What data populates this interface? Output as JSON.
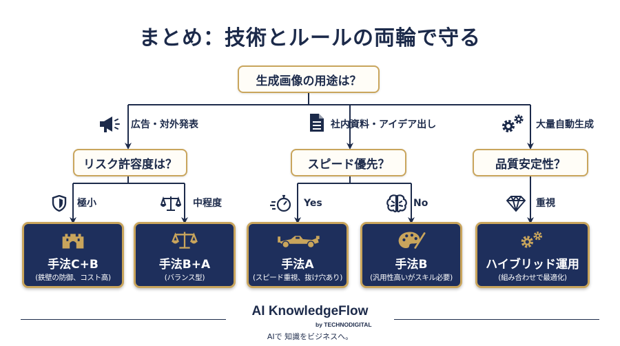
{
  "title": "まとめ：技術とルールの両輪で守る",
  "root_question": "生成画像の用途は？",
  "branches": [
    {
      "label": "広告・対外発表",
      "icon": "megaphone-icon",
      "question": "リスク許容度は？"
    },
    {
      "label": "社内資料・アイデア出し",
      "icon": "document-icon",
      "question": "スピード優先？"
    },
    {
      "label": "大量自動生成",
      "icon": "gears-icon",
      "question": "品質安定性？"
    }
  ],
  "sub_labels": [
    {
      "label": "極小",
      "icon": "shield-icon"
    },
    {
      "label": "中程度",
      "icon": "scale-icon"
    },
    {
      "label": "Yes",
      "icon": "stopwatch-icon"
    },
    {
      "label": "No",
      "icon": "brain-icon"
    },
    {
      "label": "重視",
      "icon": "diamond-icon"
    }
  ],
  "outcomes": [
    {
      "name": "手法C+B",
      "desc": "(鉄壁の防御、コスト高)",
      "icon": "castle-icon"
    },
    {
      "name": "手法B+A",
      "desc": "(バランス型)",
      "icon": "balance-scale-icon"
    },
    {
      "name": "手法A",
      "desc": "(スピード重視、抜け穴あり)",
      "icon": "race-car-icon"
    },
    {
      "name": "手法B",
      "desc": "(汎用性高いがスキル必要)",
      "icon": "palette-icon"
    },
    {
      "name": "ハイブリッド運用",
      "desc": "(組み合わせで最適化)",
      "icon": "gears-icon"
    }
  ],
  "footer": {
    "brand": "AI KnowledgeFlow",
    "by": "by TECHNODIGITAL",
    "tagline": "AIで 知識をビジネスへ。"
  },
  "colors": {
    "navy": "#1e2f5c",
    "gold": "#c9a55c",
    "text": "#1c2a4a"
  }
}
